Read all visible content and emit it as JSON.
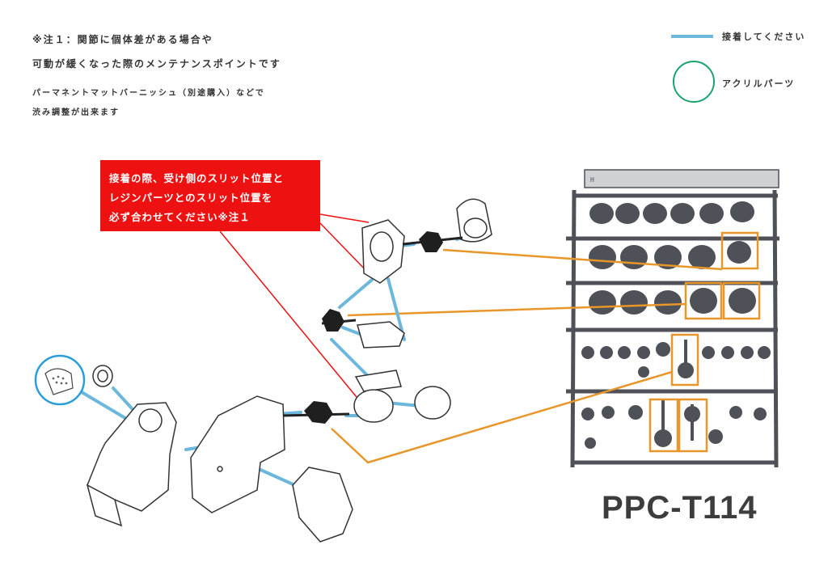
{
  "notes": [
    "※注１：関節に個体差がある場合や",
    "可動が緩くなった際のメンテナンスポイントです",
    "パーマネントマットバーニッシュ（別途購入）などで",
    "渋み調整が出来ます"
  ],
  "legend": {
    "glue_label": "接着してください",
    "acrylic_label": "アクリルパーツ"
  },
  "warning": {
    "lines": [
      "接着の際、受け側のスリット位置と",
      "レジンパーツとのスリット位置を",
      "必ず合わせてください※注１"
    ]
  },
  "model": "PPC-T114",
  "colors": {
    "glue": "#6cb7dc",
    "acrylic": "#1aa36b",
    "warning": "#ee1111",
    "highlight": "#e8962a",
    "callout": "#2a9ddb",
    "runner": "#4e5258"
  }
}
